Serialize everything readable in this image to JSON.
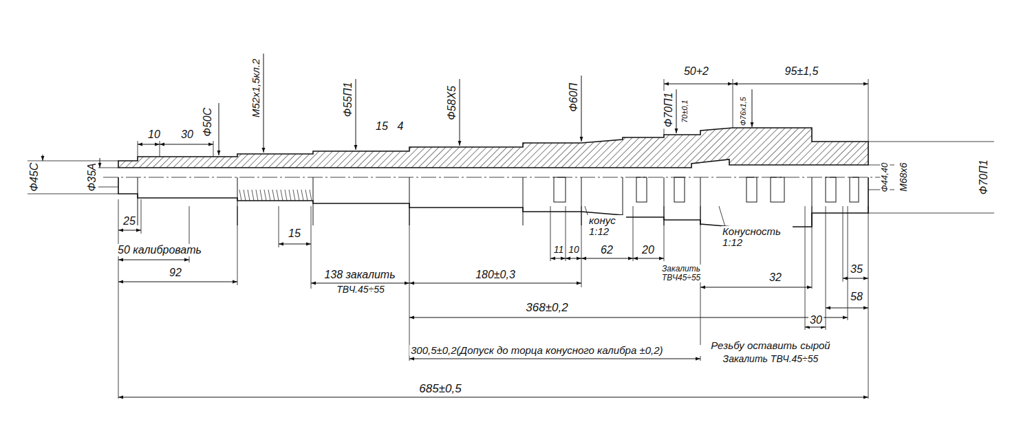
{
  "diagram": {
    "labels": [
      "10",
      "30",
      "Ф50С",
      "М52х1,5кл.2",
      "Ф55П1",
      "15",
      "4",
      "Ф58Х5",
      "Ф60П",
      "Ф70П1",
      "70±0,1",
      "50+2",
      "Ф76х1,5",
      "95±1,5",
      "Ф45С",
      "Ф35А",
      "25",
      "50 калибровать",
      "92",
      "15",
      "138 закалить",
      "ТВЧ.45÷55",
      "180±0,3",
      "11",
      "10",
      "конус 1:12",
      "62",
      "20",
      "Закалить ТВЧ45÷55",
      "Конусность 1:12",
      "32",
      "35",
      "58",
      "368±0,2",
      "30",
      "300,5±0,2(Допуск до торца конусного калибра ±0,2)",
      "Резьбу оставить сырой",
      "Закалить ТВЧ.45÷55",
      "685±0,5",
      "Ф44,40",
      "М68х6",
      "Ф70П1"
    ]
  }
}
